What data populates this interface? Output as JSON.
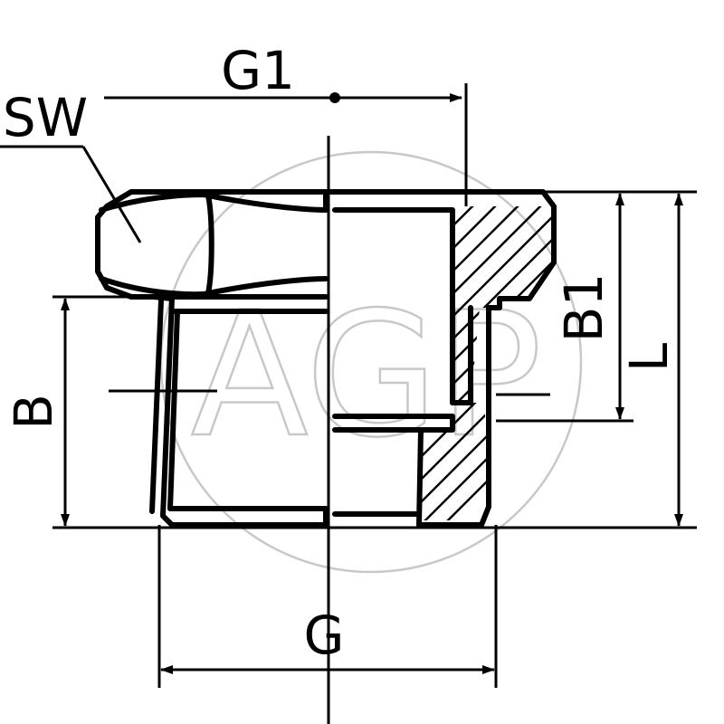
{
  "labels": {
    "g1": "G1",
    "sw": "SW",
    "b1": "B1",
    "l": "L",
    "b": "B",
    "g": "G"
  },
  "watermark": {
    "text": "AGP",
    "color": "#c8c8c8"
  },
  "colors": {
    "line": "#000000",
    "background": "#ffffff"
  }
}
